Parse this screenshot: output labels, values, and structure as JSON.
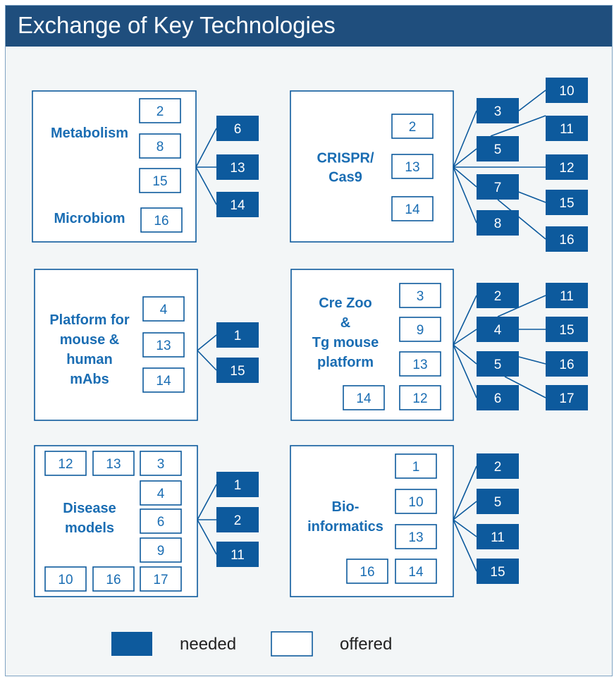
{
  "title": "Exchange of Key Technologies",
  "colors": {
    "header": "#1f4e7d",
    "needed_fill": "#0d5a9d",
    "offered_border": "#0d5a9d",
    "group_label": "#1a6db3",
    "background": "#f3f6f7"
  },
  "groups": [
    {
      "id": "metabolism",
      "label_lines": [
        "Metabolism"
      ],
      "extra_label": "Microbiom",
      "offered": [
        "2",
        "8",
        "15",
        "16"
      ],
      "needed": [
        "6",
        "13",
        "14"
      ],
      "needed_outer": []
    },
    {
      "id": "crispr",
      "label_lines": [
        "CRISPR/",
        "Cas9"
      ],
      "offered": [
        "2",
        "13",
        "14"
      ],
      "needed": [
        "3",
        "5",
        "7",
        "8"
      ],
      "needed_outer": [
        "10",
        "11",
        "12",
        "15",
        "16"
      ]
    },
    {
      "id": "mabs",
      "label_lines": [
        "Platform for",
        "mouse &",
        "human",
        "mAbs"
      ],
      "offered": [
        "4",
        "13",
        "14"
      ],
      "needed": [
        "1",
        "15"
      ],
      "needed_outer": []
    },
    {
      "id": "crezoo",
      "label_lines": [
        "Cre Zoo",
        "&",
        "Tg mouse",
        "platform"
      ],
      "offered": [
        "3",
        "9",
        "13",
        "14",
        "12"
      ],
      "needed": [
        "2",
        "4",
        "5",
        "6"
      ],
      "needed_outer": [
        "11",
        "15",
        "16",
        "17"
      ]
    },
    {
      "id": "disease",
      "label_lines": [
        "Disease",
        "models"
      ],
      "offered": [
        "12",
        "13",
        "3",
        "4",
        "6",
        "9",
        "10",
        "16",
        "17"
      ],
      "needed": [
        "1",
        "2",
        "11"
      ],
      "needed_outer": []
    },
    {
      "id": "bioinfo",
      "label_lines": [
        "Bio-",
        "informatics"
      ],
      "offered": [
        "1",
        "10",
        "13",
        "16",
        "14"
      ],
      "needed": [
        "2",
        "5",
        "11",
        "15"
      ],
      "needed_outer": []
    }
  ],
  "legend": {
    "needed": "needed",
    "offered": "offered"
  }
}
